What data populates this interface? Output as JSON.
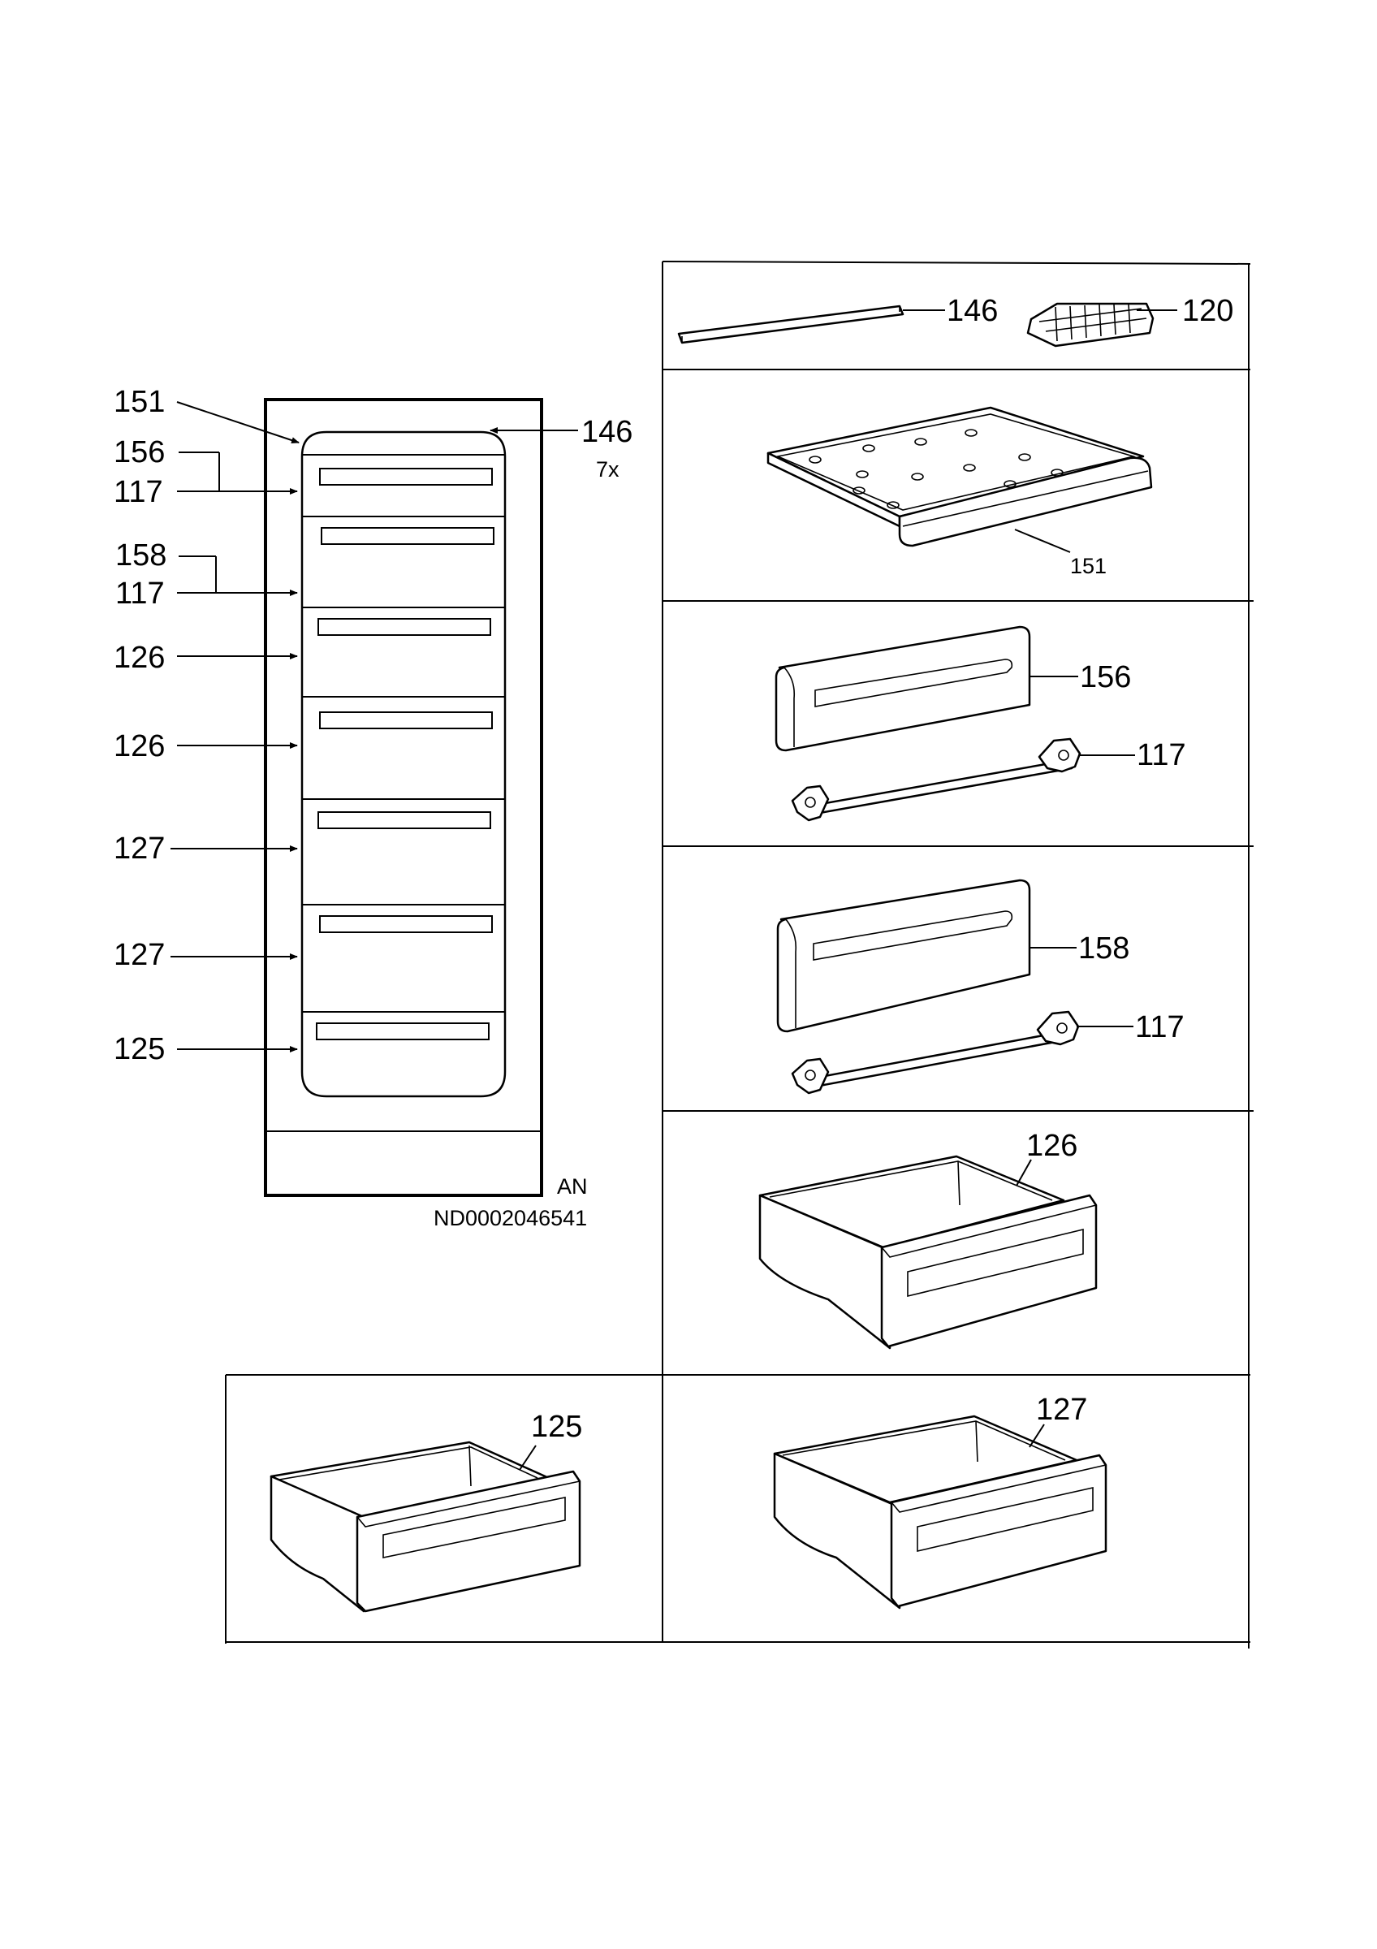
{
  "cabinet": {
    "callouts": {
      "c151": "151",
      "c156": "156",
      "c117a": "117",
      "c158": "158",
      "c117b": "117",
      "c126a": "126",
      "c126b": "126",
      "c127a": "127",
      "c127b": "127",
      "c125": "125",
      "c146": "146",
      "qty": "7x"
    },
    "variant": "AN",
    "drawing_number": "ND0002046541"
  },
  "panels": {
    "top": {
      "label_146": "146",
      "label_120": "120"
    },
    "shelf": {
      "label_151": "151"
    },
    "front_156": {
      "label_156": "156",
      "label_117": "117"
    },
    "front_158": {
      "label_158": "158",
      "label_117": "117"
    },
    "drawer_126": {
      "label_126": "126"
    },
    "drawer_125": {
      "label_125": "125"
    },
    "drawer_127": {
      "label_127": "127"
    }
  }
}
